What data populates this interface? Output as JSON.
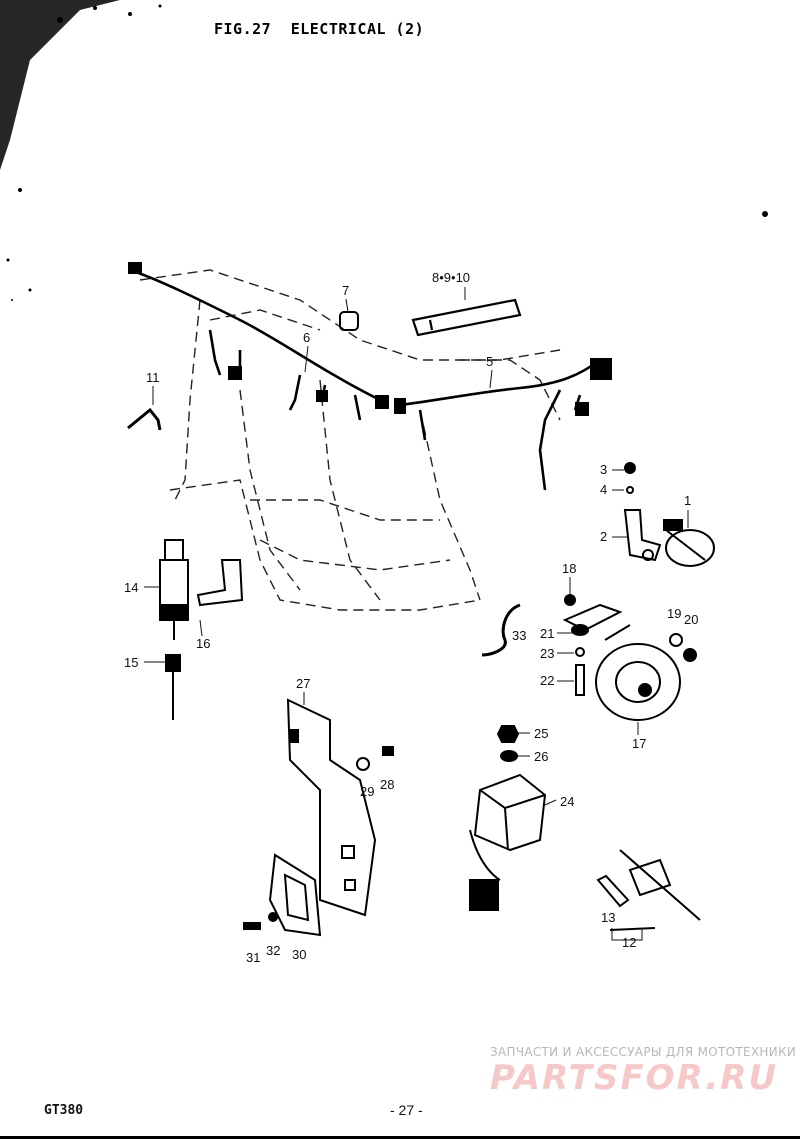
{
  "header": {
    "fig": "FIG.27",
    "title": "ELECTRICAL (2)"
  },
  "callouts": {
    "c1": "1",
    "c2": "2",
    "c3": "3",
    "c4": "4",
    "c5": "5",
    "c6": "6",
    "c7": "7",
    "c8_10": "8•9•10",
    "c11": "11",
    "c12": "12",
    "c13": "13",
    "c14": "14",
    "c15": "15",
    "c16": "16",
    "c17": "17",
    "c18": "18",
    "c19": "19",
    "c20": "20",
    "c21": "21",
    "c22": "22",
    "c23": "23",
    "c24": "24",
    "c25": "25",
    "c26": "26",
    "c27": "27",
    "c28": "28",
    "c29": "29",
    "c30": "30",
    "c31": "31",
    "c32": "32",
    "c33": "33"
  },
  "watermark": {
    "tagline": "ЗАПЧАСТИ И АКСЕССУАРЫ ДЛЯ МОТОТЕХНИКИ",
    "logo": "PARTSFOR.RU"
  },
  "footer": {
    "model": "GT380",
    "page": "- 27 -"
  }
}
